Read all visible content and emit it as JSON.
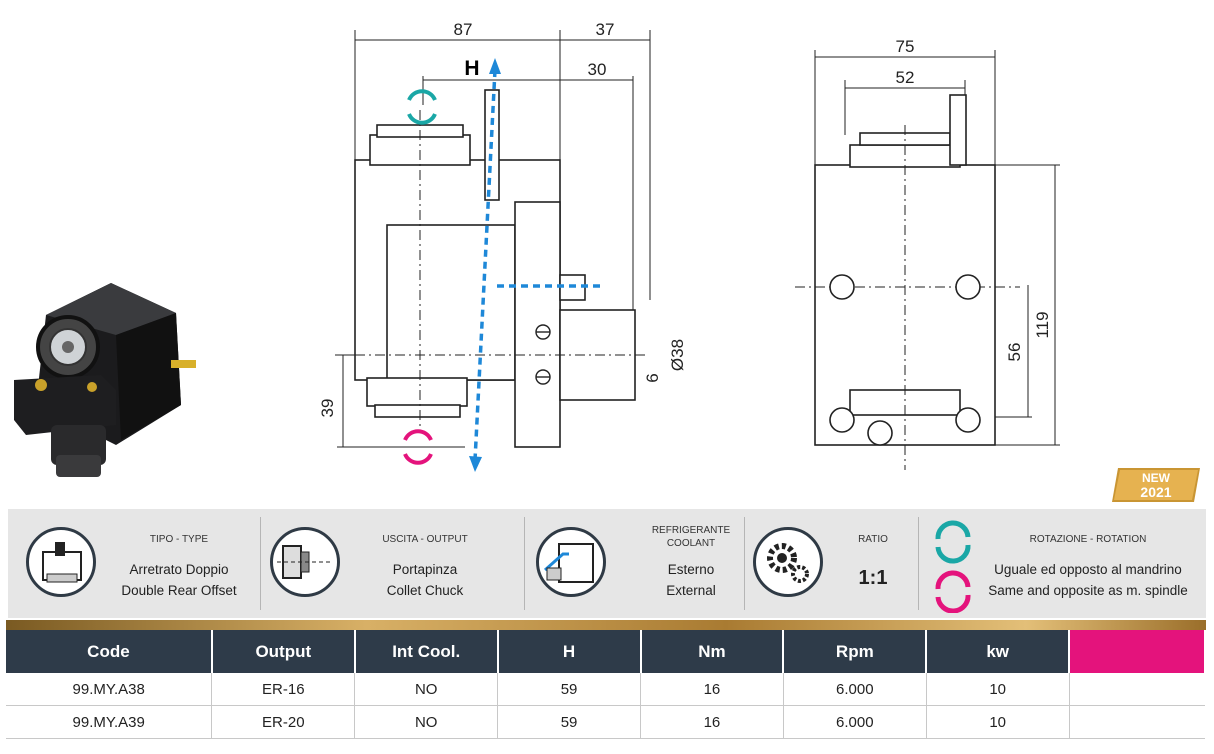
{
  "drawing": {
    "side_view": {
      "dim_top_left": "87",
      "dim_top_right": "37",
      "dim_30": "30",
      "h_label": "H",
      "dim_39": "39",
      "dim_6": "6",
      "dim_diam": "Ø38"
    },
    "front_view": {
      "dim_75": "75",
      "dim_52": "52",
      "dim_56": "56",
      "dim_119": "119"
    },
    "colors": {
      "teal": "#1aa7a6",
      "magenta": "#e4137c",
      "blue": "#1e88d8"
    }
  },
  "badge": {
    "line1": "NEW",
    "line2": "2021"
  },
  "info": {
    "type": {
      "head": "TIPO - TYPE",
      "line1": "Arretrato Doppio",
      "line2": "Double Rear Offset"
    },
    "output": {
      "head": "USCITA  - OUTPUT",
      "line1": "Portapinza",
      "line2": "Collet Chuck"
    },
    "coolant": {
      "head1": "REFRIGERANTE",
      "head2": "COOLANT",
      "line1": "Esterno",
      "line2": "External"
    },
    "ratio": {
      "head": "RATIO",
      "value": "1:1"
    },
    "rotation": {
      "head": "ROTAZIONE - ROTATION",
      "line1": "Uguale ed opposto al mandrino",
      "line2": "Same and opposite as m. spindle"
    }
  },
  "table": {
    "headers": [
      "Code",
      "Output",
      "Int Cool.",
      "H",
      "Nm",
      "Rpm",
      "kw"
    ],
    "rows": [
      [
        "99.MY.A38",
        "ER-16",
        "NO",
        "59",
        "16",
        "6.000",
        "10"
      ],
      [
        "99.MY.A39",
        "ER-20",
        "NO",
        "59",
        "16",
        "6.000",
        "10"
      ]
    ]
  }
}
